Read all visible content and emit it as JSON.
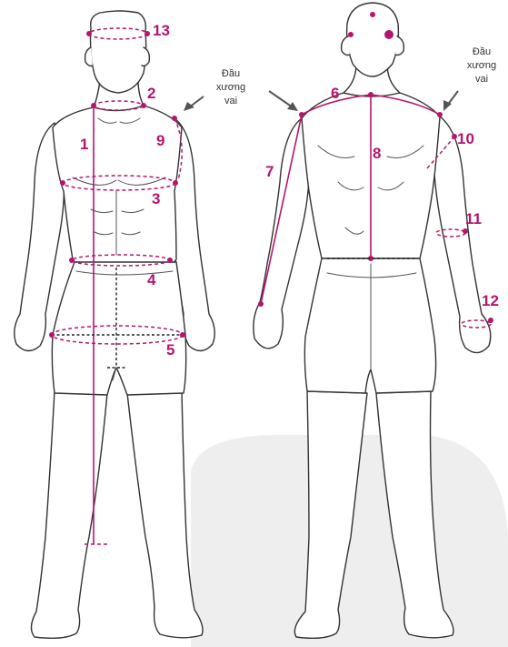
{
  "labels": {
    "m1": "1",
    "m2": "2",
    "m3": "3",
    "m4": "4",
    "m5": "5",
    "m6": "6",
    "m7": "7",
    "m8": "8",
    "m9": "9",
    "m10": "10",
    "m11": "11",
    "m12": "12",
    "m13": "13"
  },
  "notes": {
    "left": [
      "Đầu",
      "xương",
      "vai"
    ],
    "right": [
      "Đầu",
      "xương",
      "vai"
    ]
  },
  "colors": {
    "accent": "#b5156d",
    "outline": "#333333",
    "background_shape": "#eeeeee"
  }
}
